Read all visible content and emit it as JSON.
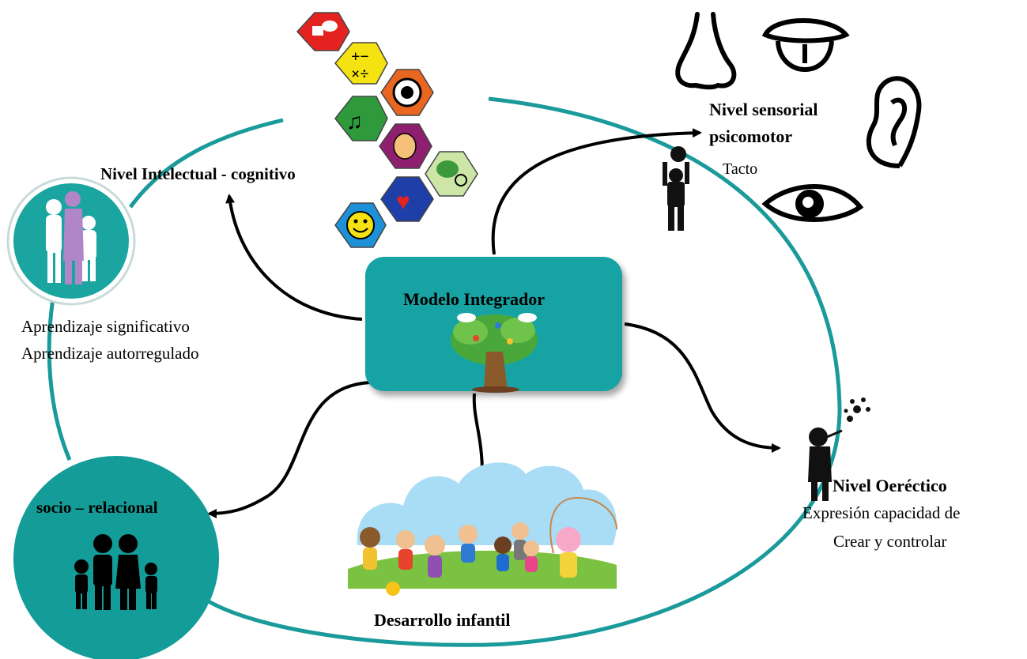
{
  "center": {
    "title": "Modelo Integrador"
  },
  "nodes": {
    "intelectual": {
      "title": "Nivel Intelectual - cognitivo"
    },
    "sensorial": {
      "title_line1": "Nivel sensorial",
      "title_line2": "psicomotor",
      "subtitle": "Tacto"
    },
    "aprendizaje": {
      "line1": "Aprendizaje significativo",
      "line2": "Aprendizaje autorregulado"
    },
    "socio": {
      "title": "socio – relacional"
    },
    "desarrollo": {
      "title": "Desarrollo infantil"
    },
    "orectico": {
      "title": "Nivel Oeréctico",
      "line1": "Expresión capacidad de",
      "line2": "Crear y controlar"
    }
  },
  "colors": {
    "teal": "#17a3a3",
    "arrow": "#000000",
    "ring": "#1a9a9a"
  }
}
